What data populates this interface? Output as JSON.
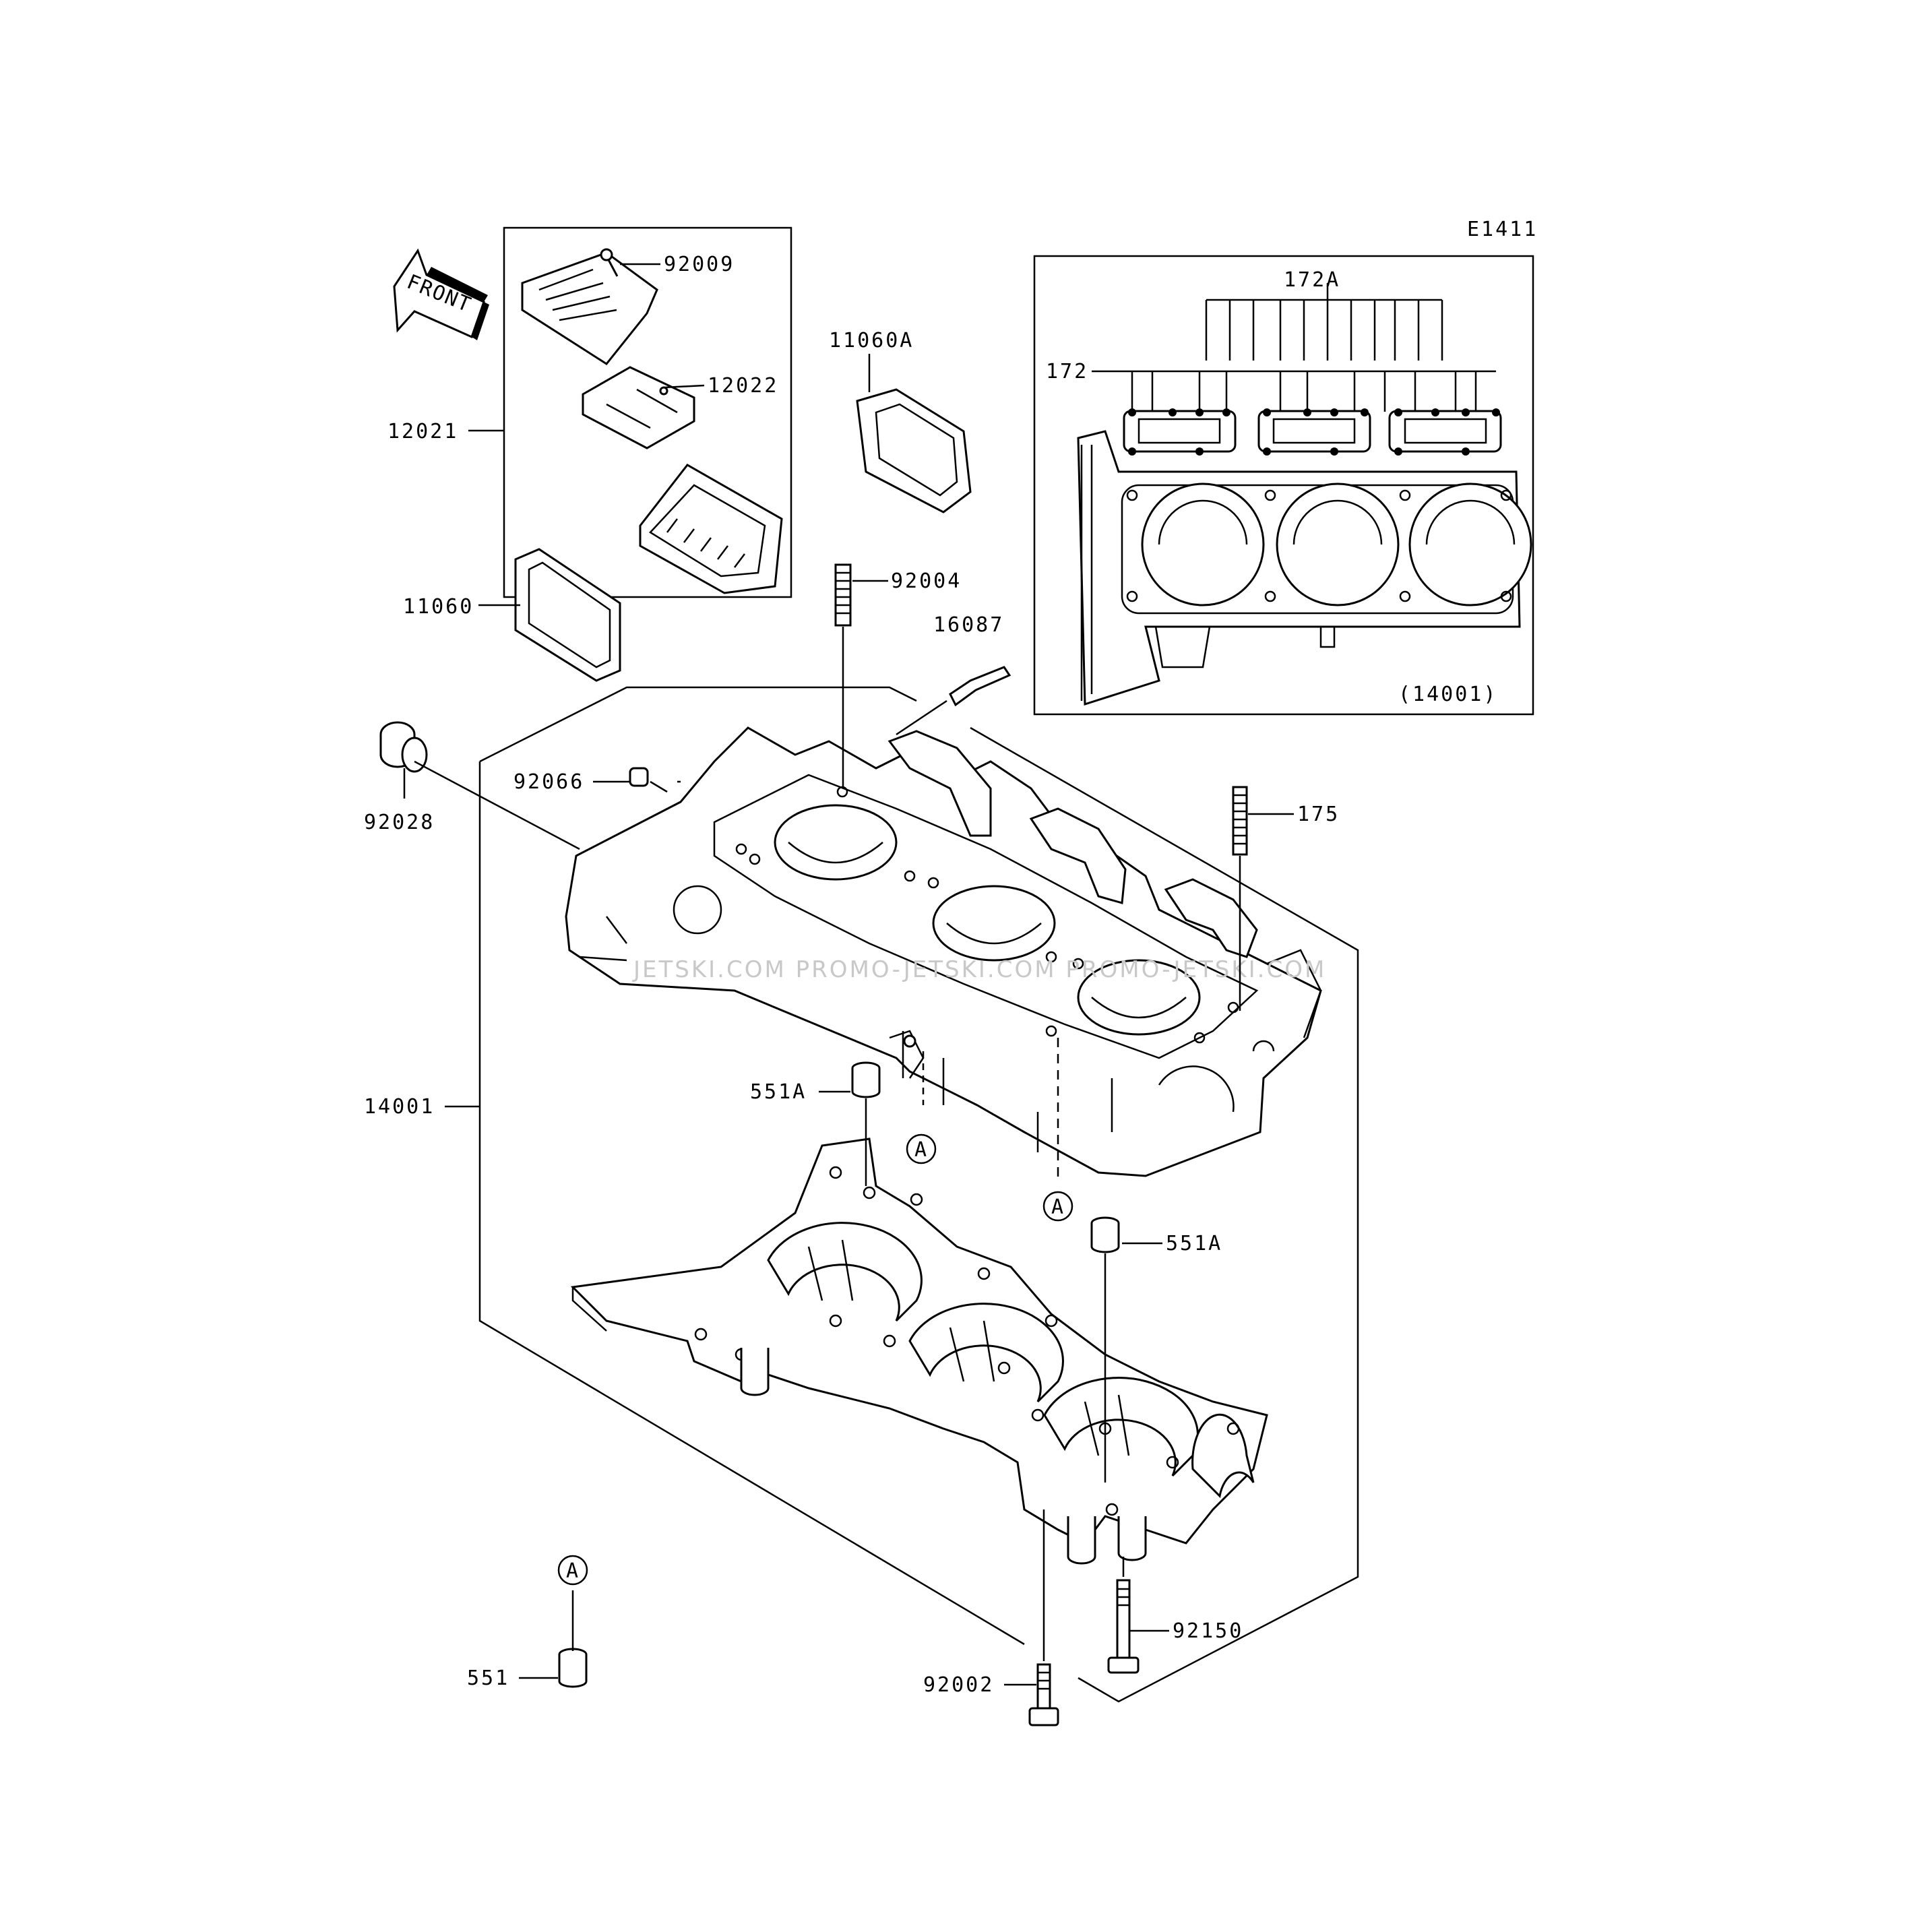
{
  "diagram": {
    "code": "E1411",
    "front_arrow": "FRONT",
    "inset_ref": "(14001)",
    "watermark": "JETSKI.COM  PROMO-JETSKI.COM  PROMO-JETSKI.COM",
    "ref_marker": "A",
    "labels": {
      "p92009": "92009",
      "p12022": "12022",
      "p12021": "12021",
      "p11060A": "11060A",
      "p11060": "11060",
      "p92004": "92004",
      "p16087": "16087",
      "p92028": "92028",
      "p92066": "92066",
      "p175": "175",
      "p172A": "172A",
      "p172": "172",
      "p14001": "14001",
      "p551A_top": "551A",
      "p551A_right": "551A",
      "p92150": "92150",
      "p551": "551",
      "p92002": "92002"
    }
  }
}
